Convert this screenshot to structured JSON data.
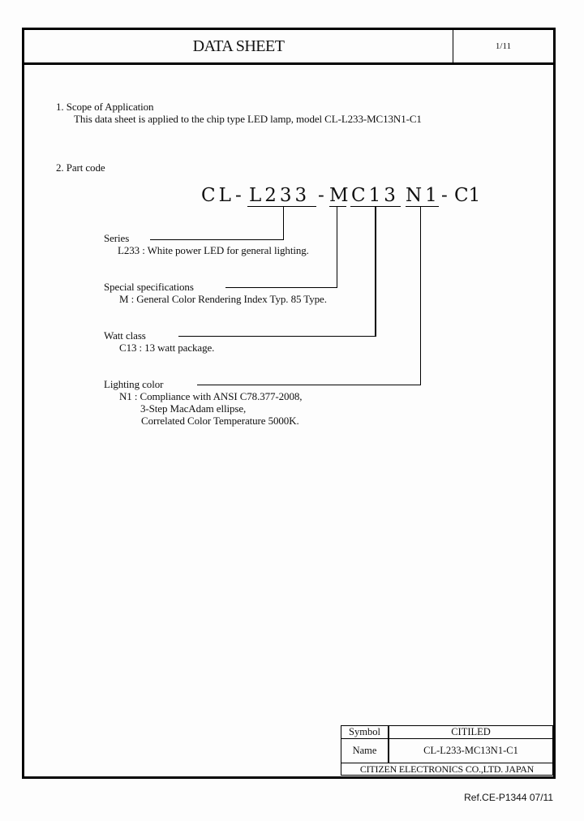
{
  "header": {
    "title": "DATA SHEET",
    "page": "1/11"
  },
  "sections": {
    "scope": {
      "heading": "1. Scope of Application",
      "body": "This data sheet is applied to the chip type LED lamp, model CL-L233-MC13N1-C1"
    },
    "part_code": {
      "heading": "2. Part code",
      "code_parts": [
        "CL",
        "-",
        "L233",
        "-",
        "M",
        "C13",
        "N1",
        "-",
        "C1"
      ],
      "segments": [
        {
          "key": "L233",
          "label": "Series",
          "lines": [
            "L233 : White power LED for general lighting."
          ]
        },
        {
          "key": "M",
          "label": "Special specifications",
          "lines": [
            "M : General Color Rendering Index Typ. 85 Type."
          ]
        },
        {
          "key": "C13",
          "label": "Watt class",
          "lines": [
            "C13 : 13 watt package."
          ]
        },
        {
          "key": "N1",
          "label": "Lighting color",
          "lines": [
            "N1 : Compliance with ANSI C78.377-2008,",
            "3-Step MacAdam ellipse,",
            "Correlated Color Temperature 5000K."
          ]
        }
      ]
    }
  },
  "title_block": {
    "symbol_label": "Symbol",
    "symbol_value": "CITILED",
    "name_label": "Name",
    "name_value": "CL-L233-MC13N1-C1",
    "company": "CITIZEN ELECTRONICS CO.,LTD. JAPAN"
  },
  "footer": {
    "reference": "Ref.CE-P1344 07/11"
  }
}
